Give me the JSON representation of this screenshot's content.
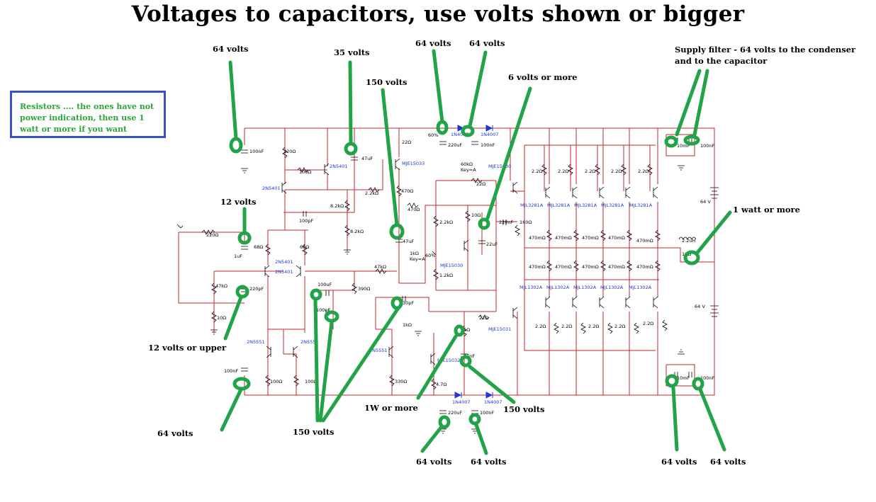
{
  "title": "Voltages to capacitors, use volts shown or bigger",
  "resistor_note": "Resistors .... the ones have not power indication, then use 1 watt or more if you want",
  "annotations": {
    "v64_top_left": "64 volts",
    "v35": "35 volts",
    "v150_top": "150 volts",
    "v64_top_a": "64 volts",
    "v64_top_b": "64 volts",
    "v6": "6 volts or more",
    "supply_filter": "Supply filter - 64 volts to the condenser and to the capacitor",
    "v12": "12 volts",
    "w1": "1 watt or more",
    "v12_upper": "12 volts or upper",
    "v64_bottom_left": "64 volts",
    "v150_bottom_mid": "150 volts",
    "w1_or_more": "1W or more",
    "v150_bottom_right": "150 volts",
    "v64_bottom_a": "64 volts",
    "v64_bottom_b": "64 volts",
    "v64_bottom_c": "64 volts",
    "v64_bottom_d": "64 volts"
  },
  "colors": {
    "wire": "#c0272d",
    "highlight": "#21a348",
    "part_name": "#1f37d6",
    "box_border": "#3a4fc4"
  },
  "labels": {
    "c100nf_in": "100nF",
    "r220_top": "220Ω",
    "r100_a": "100Ω",
    "q2n5401_a": "2N5401",
    "q2n5401_b": "2N5401",
    "c47uf_a": "47uF",
    "r22_a": "22Ω",
    "mje15033": "MJE15033",
    "pot60": "60%",
    "d1n4007_a": "1N4007",
    "d1n4007_b": "1N4007",
    "c220uf_top": "220uF",
    "c100nf_top": "100nF",
    "r60k": "60kΩ",
    "key_a1": "Key=A",
    "mje15030_a": "MJE15030",
    "r22_b": "22Ω",
    "r22k": "2.2kΩ",
    "r82k_a": "8.2kΩ",
    "r470": "470Ω",
    "r470_b": "470Ω",
    "r82k_b": "8.2kΩ",
    "c100pf": "100pF",
    "r22k_b": "2.2kΩ",
    "r10": "10Ω",
    "c220nf": "220nF",
    "r160": "160Ω",
    "c22uf": "22uF",
    "c47uf_b": "47uF",
    "r1k": "1kΩ",
    "key_a2": "Key=A",
    "pot60b": "60%",
    "mje15030_b": "MJE15030",
    "r12k": "1.2kΩ",
    "r220_in": "220Ω",
    "c1uf": "1uF",
    "r68_a": "68Ω",
    "r68_b": "68Ω",
    "q2n5401_c": "2N5401",
    "q2n5401_d": "2N5401",
    "r47k_a": "47kΩ",
    "r47k_b": "47kΩ",
    "c220pf": "220pF",
    "c100uf": "100uF",
    "r390": "390Ω",
    "r10_b": "10Ω",
    "c100nf_mid": "100nF",
    "c30pf": "30pF",
    "r1k_b": "1kΩ",
    "r22_c": "22Ω",
    "mje15031": "MJE15031",
    "r15": "15Ω",
    "c47nf": "47nF",
    "q2n5551_a": "2N5551",
    "q2n5551_b": "2N5551",
    "q2n5551_c": "2N5551",
    "c100nf_bl": "100nF",
    "r100_b": "100Ω",
    "r100_c": "100Ω",
    "r330": "330Ω",
    "mje15032": "MJE15032",
    "r47": "4.7Ω",
    "c220uf_bot": "220uF",
    "c100nf_bot": "100nF",
    "d1n4007_c": "1N4007",
    "d1n4007_d": "1N4007",
    "r22_1": "2.2Ω",
    "r22_2": "2.2Ω",
    "r22_3": "2.2Ω",
    "r22_4": "2.2Ω",
    "r22_5": "2.2Ω",
    "q_mjl3281a_1": "MJL3281A",
    "q_mjl3281a_2": "MJL3281A",
    "q_mjl3281a_3": "MJL3281A",
    "q_mjl3281a_4": "MJL3281A",
    "q_mjl3281a_5": "MJL3281A",
    "r470m_1": "470mΩ",
    "r470m_2": "470mΩ",
    "r470m_3": "470mΩ",
    "r470m_4": "470mΩ",
    "r470m_5": "470mΩ",
    "r470m_6": "470mΩ",
    "r470m_7": "470mΩ",
    "r470m_8": "470mΩ",
    "r470m_9": "470mΩ",
    "r470m_10": "470mΩ",
    "q_mjl1302a_1": "MJL1302A",
    "q_mjl1302a_2": "MJL1302A",
    "q_mjl1302a_3": "MJL1302A",
    "q_mjl1302a_4": "MJL1302A",
    "q_mjl1302a_5": "MJL1302A",
    "r22_6": "2.2Ω",
    "r22_7": "2.2Ω",
    "r22_8": "2.2Ω",
    "r22_9": "2.2Ω",
    "r22_10": "2.2Ω",
    "c10mf_top": "10mF",
    "c100nf_tr": "100nF",
    "v64_a": "64 V",
    "l22uh": "2.2uH",
    "r10_out": "10Ω",
    "v64_b": "64 V",
    "c10mf_bot": "10mF",
    "c100nf_br": "100nF"
  }
}
